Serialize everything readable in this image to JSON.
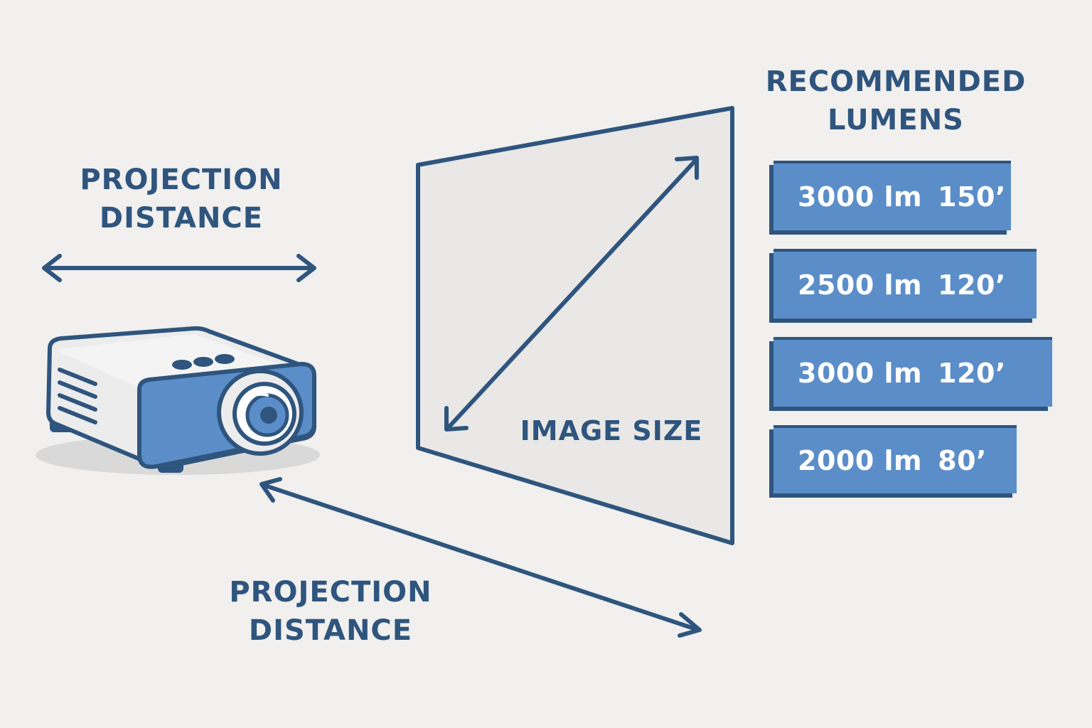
{
  "labels": {
    "projection_distance_top": [
      "PROJECTION",
      "DISTANCE"
    ],
    "projection_distance_bottom": [
      "PROJECTION",
      "DISTANCE"
    ],
    "image_size": "IMAGE SIZE",
    "recommended_lumens": [
      "RECOMMENDED",
      "LUMENS"
    ]
  },
  "lumen_options": [
    {
      "lumens": "3000 lm",
      "size": "150’"
    },
    {
      "lumens": "2500 lm",
      "size": "120’"
    },
    {
      "lumens": "3000 lm",
      "size": "120’"
    },
    {
      "lumens": "2000 lm",
      "size": "80’"
    }
  ],
  "icons": {
    "projector": "projector-icon",
    "screen": "projection-screen",
    "horizontal_arrow": "double-arrow-icon",
    "diagonal_arrow": "diagonal-double-arrow-icon",
    "distance_arrow": "distance-double-arrow-icon"
  },
  "colors": {
    "background": "#f1f0ee",
    "ink": "#2f557e",
    "accent_blue": "#5b8ec8",
    "screen_fill": "#e9e8e6",
    "body_light": "#eeeeee"
  }
}
